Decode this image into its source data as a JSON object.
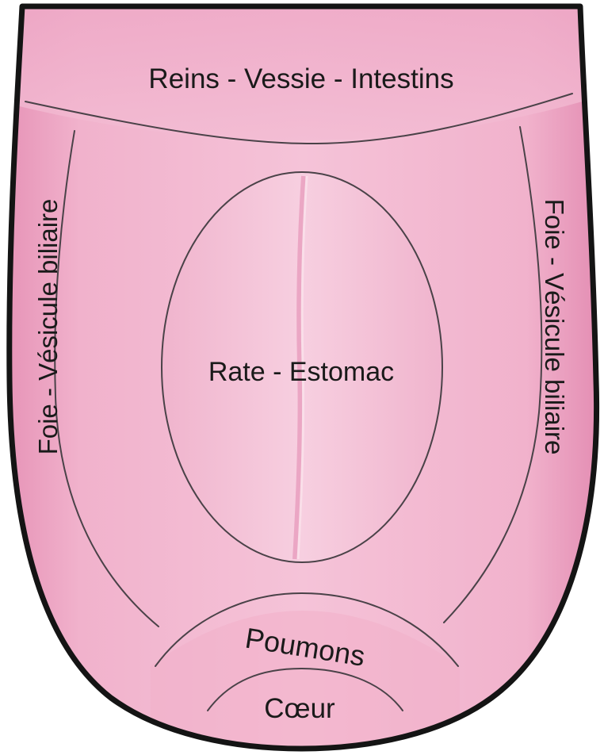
{
  "diagram": {
    "labels": {
      "top": "Reins - Vessie - Intestins",
      "left": "Foie - Vésicule biliaire",
      "right": "Foie - Vésicule biliaire",
      "center": "Rate - Estomac",
      "lower": "Poumons",
      "tip": "Cœur"
    },
    "colors": {
      "outline": "#141414",
      "tongue_base": "#f2b3cd",
      "tongue_light": "#f6c6da",
      "tongue_edge": "#e691b5",
      "zone_lines": "#4a4248"
    }
  }
}
